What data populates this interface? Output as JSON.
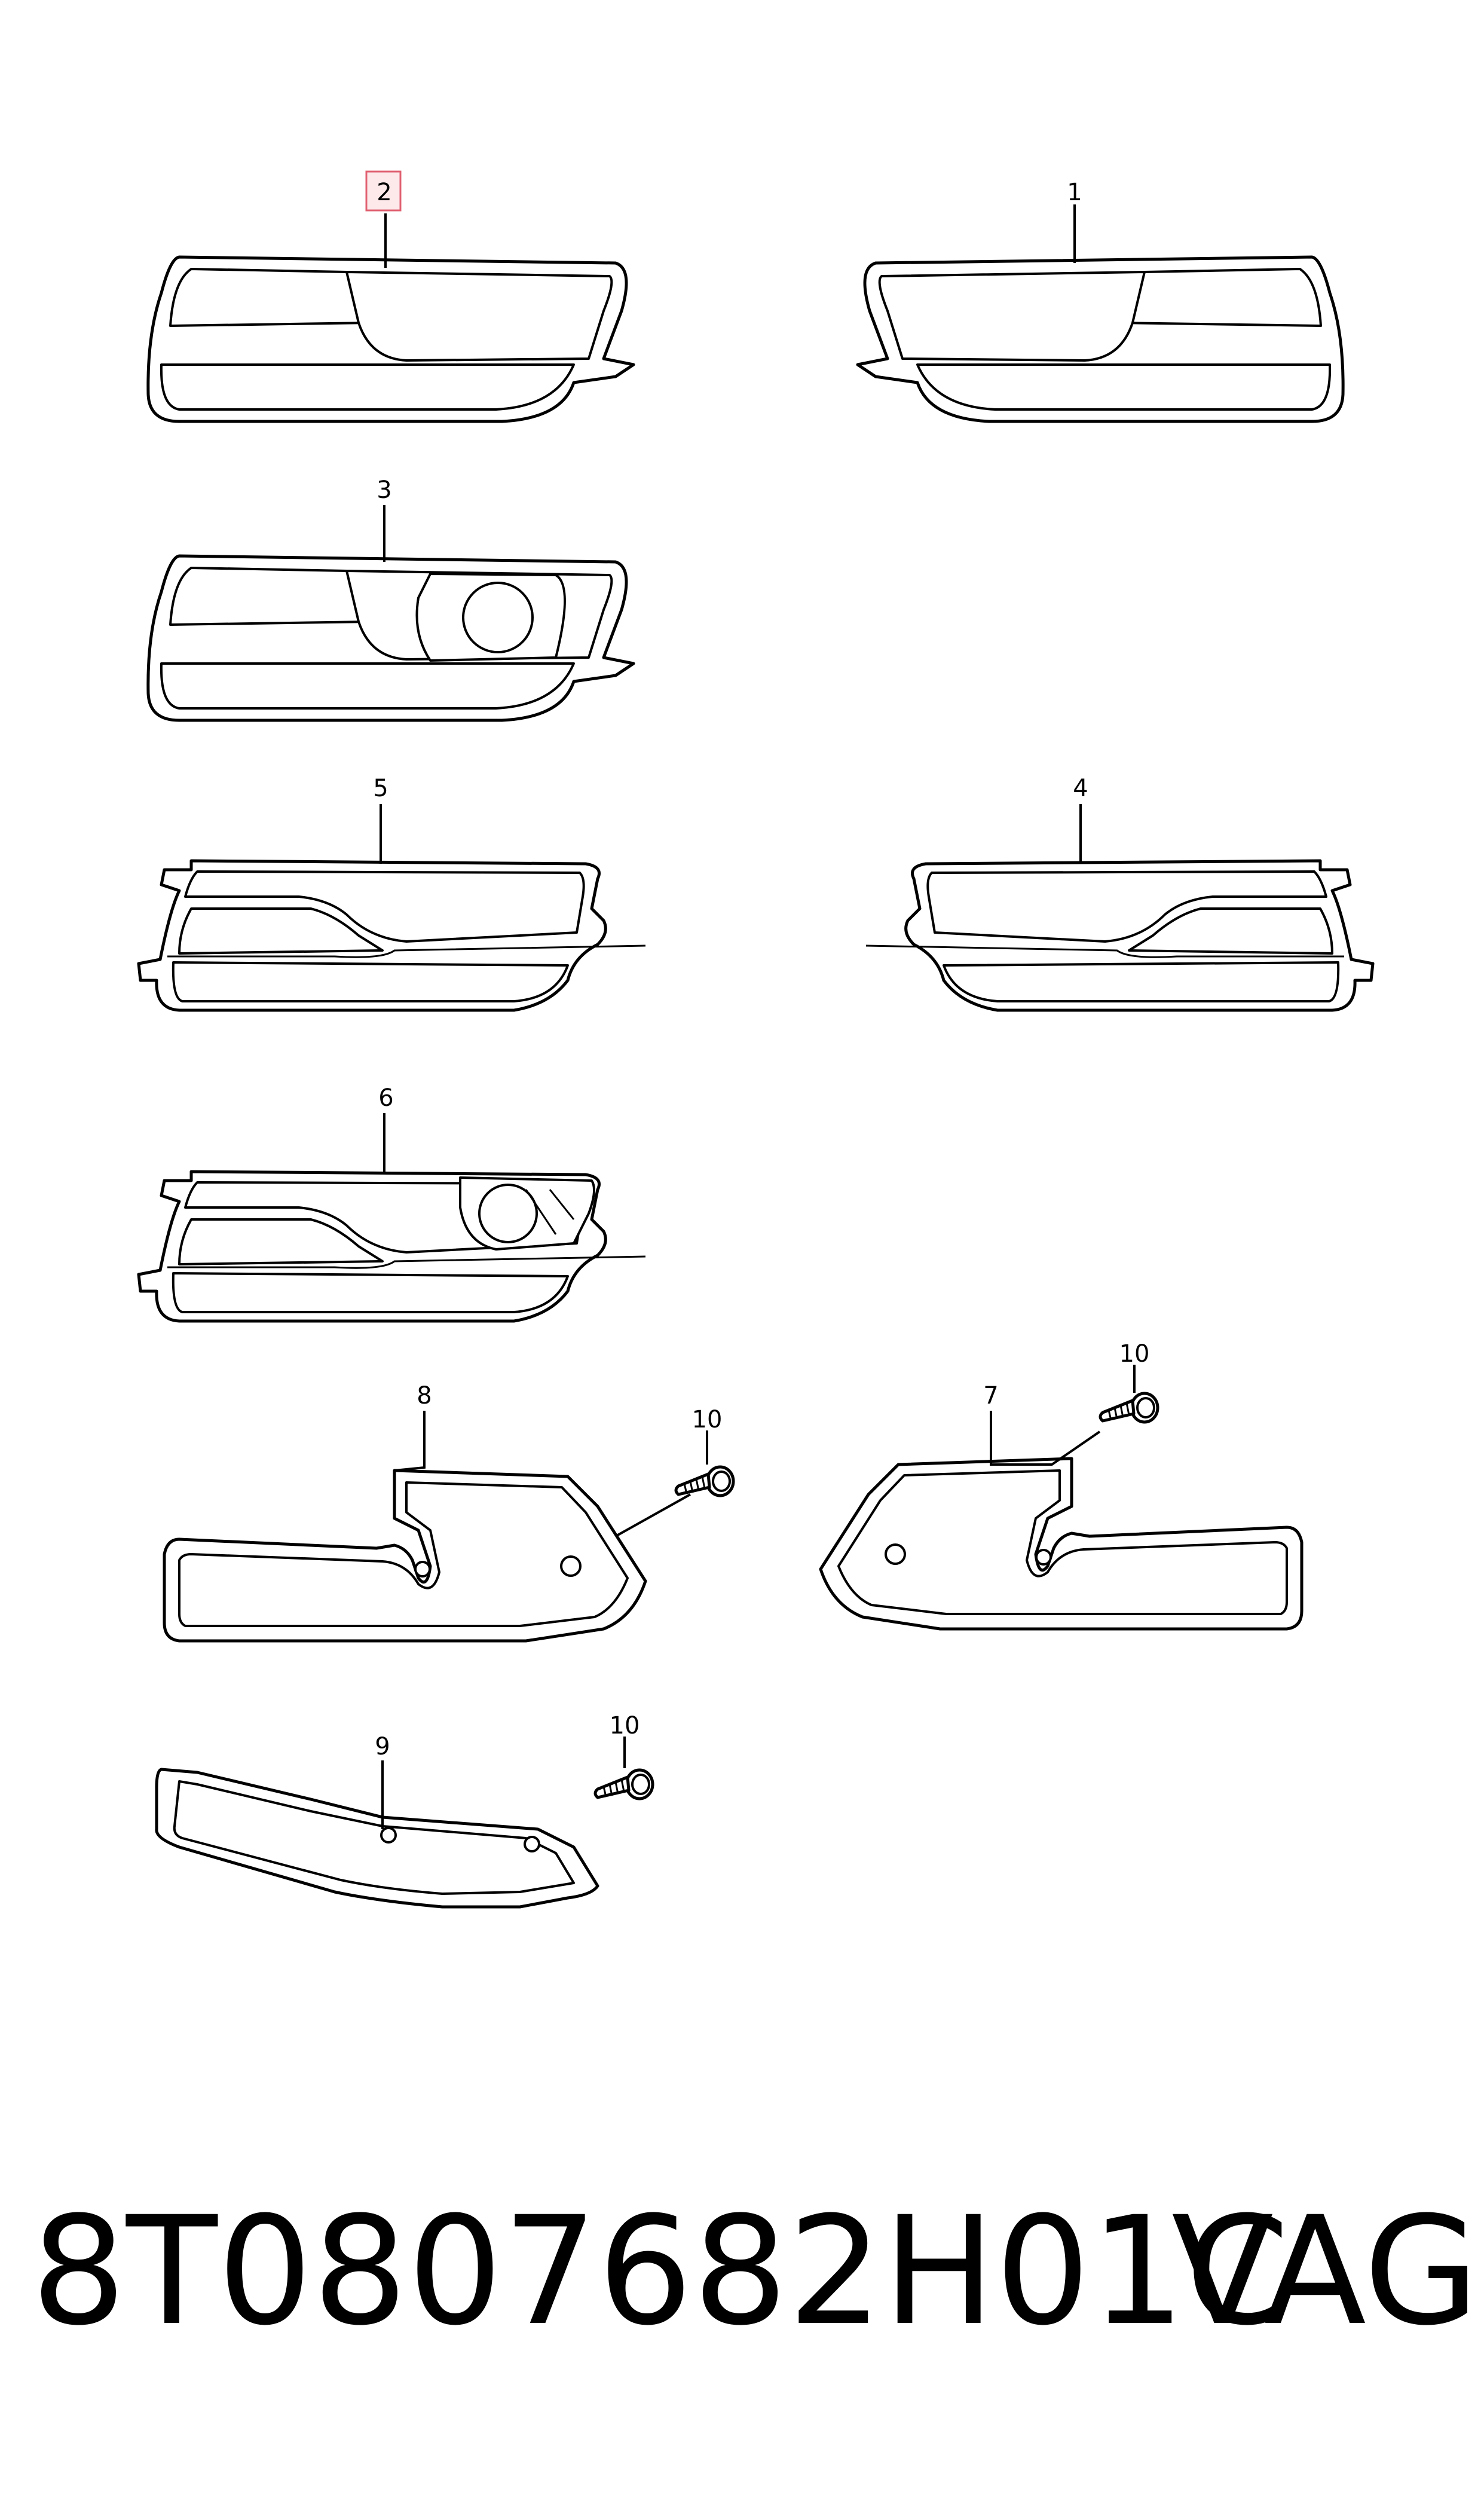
{
  "callouts": {
    "c1": "1",
    "c2": "2",
    "c3": "3",
    "c4": "4",
    "c5": "5",
    "c6": "6",
    "c7": "7",
    "c8": "8",
    "c9": "9",
    "c10a": "10",
    "c10b": "10",
    "c10c": "10"
  },
  "highlight": {
    "callout": "2",
    "border_color": "#e06070",
    "fill_color": "#fde8ea"
  },
  "footer": {
    "part_number": "8T0807682H01C",
    "brand": "VAG"
  }
}
